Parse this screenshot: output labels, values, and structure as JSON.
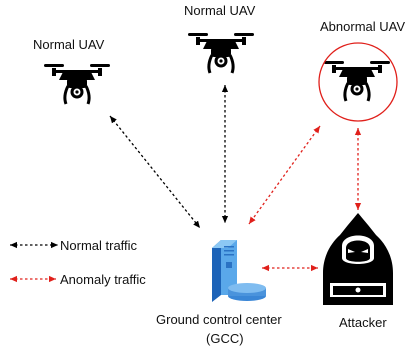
{
  "nodes": {
    "uav_left": {
      "label": "Normal UAV"
    },
    "uav_center": {
      "label": "Normal UAV"
    },
    "uav_right": {
      "label": "Abnormal UAV"
    },
    "gcc": {
      "label_line1": "Ground control center",
      "label_line2": "(GCC)"
    },
    "attacker": {
      "label": "Attacker"
    }
  },
  "legend": {
    "normal": {
      "label": "Normal traffic",
      "color": "#000000"
    },
    "anomaly": {
      "label": "Anomaly traffic",
      "color": "#e0201b"
    }
  },
  "icons": {
    "uav": "drone-icon",
    "gcc": "server-database-icon",
    "attacker": "hooded-hacker-icon",
    "abnormal_marker": "red-circle"
  }
}
